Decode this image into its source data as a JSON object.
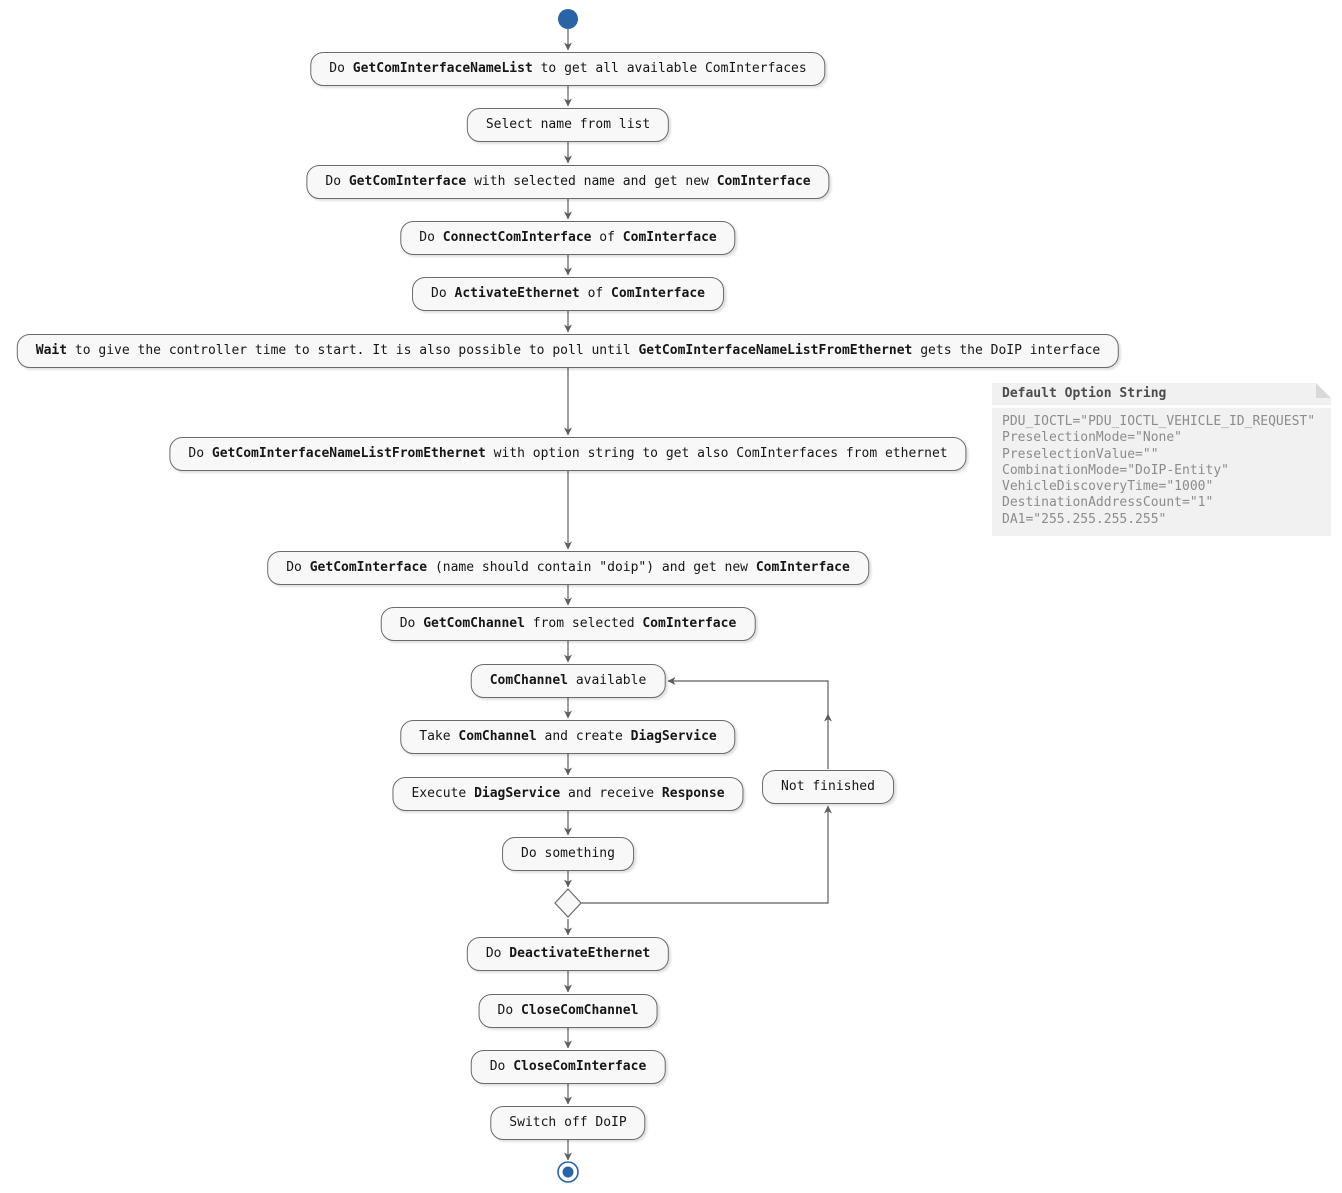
{
  "diagram_type": "activity-flowchart",
  "colors": {
    "accent_blue": "#2a64a6",
    "box_fill": "#f8f8f8",
    "box_border": "#6b6b6b",
    "arrow_gray": "#5e5e5e",
    "text_color": "#161616",
    "note_bg": "#f1f1f1",
    "note_title_color": "#4c4c4c",
    "note_text_color": "#8c8c8c"
  },
  "nodes": {
    "get_name_list": [
      {
        "t": "Do ",
        "b": false
      },
      {
        "t": "GetComInterfaceNameList",
        "b": true
      },
      {
        "t": " to get all available ComInterfaces",
        "b": false
      }
    ],
    "select_name": [
      {
        "t": "Select name from list",
        "b": false
      }
    ],
    "get_com_interface": [
      {
        "t": "Do ",
        "b": false
      },
      {
        "t": "GetComInterface",
        "b": true
      },
      {
        "t": " with selected name and get new ",
        "b": false
      },
      {
        "t": "ComInterface",
        "b": true
      }
    ],
    "connect_com_interface": [
      {
        "t": "Do ",
        "b": false
      },
      {
        "t": "ConnectComInterface",
        "b": true
      },
      {
        "t": " of ",
        "b": false
      },
      {
        "t": "ComInterface",
        "b": true
      }
    ],
    "activate_ethernet": [
      {
        "t": "Do ",
        "b": false
      },
      {
        "t": "ActivateEthernet",
        "b": true
      },
      {
        "t": " of ",
        "b": false
      },
      {
        "t": "ComInterface",
        "b": true
      }
    ],
    "wait": [
      {
        "t": "Wait",
        "b": true
      },
      {
        "t": " to give the controller time to start. It is also possible to poll until ",
        "b": false
      },
      {
        "t": "GetComInterfaceNameListFromEthernet",
        "b": true
      },
      {
        "t": " gets the DoIP interface",
        "b": false
      }
    ],
    "get_name_list_ethernet": [
      {
        "t": "Do ",
        "b": false
      },
      {
        "t": "GetComInterfaceNameListFromEthernet",
        "b": true
      },
      {
        "t": " with option string to get also ComInterfaces from ethernet",
        "b": false
      }
    ],
    "get_com_interface_doip": [
      {
        "t": "Do ",
        "b": false
      },
      {
        "t": "GetComInterface",
        "b": true
      },
      {
        "t": " (name should contain \"doip\") and get new ",
        "b": false
      },
      {
        "t": "ComInterface",
        "b": true
      }
    ],
    "get_com_channel": [
      {
        "t": "Do ",
        "b": false
      },
      {
        "t": "GetComChannel",
        "b": true
      },
      {
        "t": " from selected ",
        "b": false
      },
      {
        "t": "ComInterface",
        "b": true
      }
    ],
    "com_channel_available": [
      {
        "t": "ComChannel",
        "b": true
      },
      {
        "t": " available",
        "b": false
      }
    ],
    "take_com_channel": [
      {
        "t": "Take ",
        "b": false
      },
      {
        "t": "ComChannel",
        "b": true
      },
      {
        "t": " and create ",
        "b": false
      },
      {
        "t": "DiagService",
        "b": true
      }
    ],
    "execute_diag_service": [
      {
        "t": "Execute ",
        "b": false
      },
      {
        "t": "DiagService",
        "b": true
      },
      {
        "t": " and receive ",
        "b": false
      },
      {
        "t": "Response",
        "b": true
      }
    ],
    "do_something": [
      {
        "t": "Do something",
        "b": false
      }
    ],
    "not_finished": [
      {
        "t": "Not finished",
        "b": false
      }
    ],
    "deactivate_ethernet": [
      {
        "t": "Do ",
        "b": false
      },
      {
        "t": "DeactivateEthernet",
        "b": true
      }
    ],
    "close_com_channel": [
      {
        "t": "Do ",
        "b": false
      },
      {
        "t": "CloseComChannel",
        "b": true
      }
    ],
    "close_com_interface": [
      {
        "t": "Do ",
        "b": false
      },
      {
        "t": "CloseComInterface",
        "b": true
      }
    ],
    "switch_off_doip": [
      {
        "t": "Switch off DoIP",
        "b": false
      }
    ]
  },
  "note": {
    "title": "Default Option String",
    "lines": [
      "PDU_IOCTL=\"PDU_IOCTL_VEHICLE_ID_REQUEST\"",
      "PreselectionMode=\"None\"",
      "PreselectionValue=\"\"",
      "CombinationMode=\"DoIP-Entity\"",
      "VehicleDiscoveryTime=\"1000\"",
      "DestinationAddressCount=\"1\"",
      "DA1=\"255.255.255.255\""
    ]
  }
}
